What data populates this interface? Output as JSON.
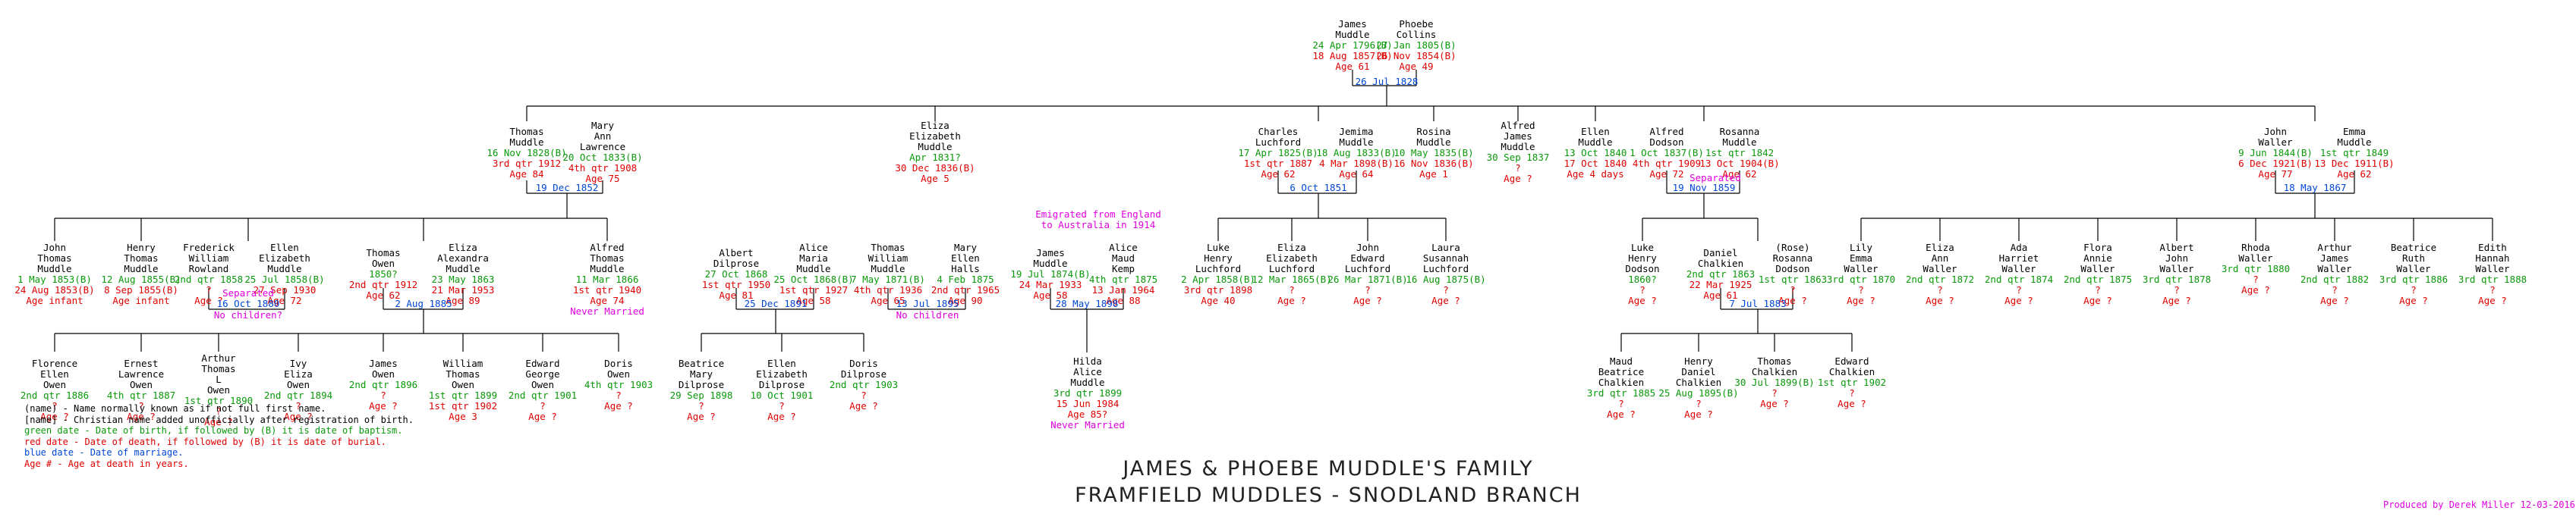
{
  "title_line1": "JAMES & PHOEBE MUDDLE'S FAMILY",
  "title_line2": "FRAMFIELD MUDDLES - SNODLAND BRANCH",
  "credit": "Produced by Derek Miller 12-03-2016",
  "legend": [
    {
      "text": "(name) - Name normally known as if not full first name.",
      "color": "#000000"
    },
    {
      "text": "[name] - Christian name added unofficially after registration of birth.",
      "color": "#000000"
    },
    {
      "text": "green date - Date of birth, if followed by (B) it is date of baptism.",
      "color": "#0a9a0a"
    },
    {
      "text": "red date - Date of death, if followed by (B) it is date of burial.",
      "color": "#e00000"
    },
    {
      "text": "blue date - Date of marriage.",
      "color": "#0047d6"
    },
    {
      "text": "Age # - Age at death in years.",
      "color": "#e00000"
    }
  ],
  "colors": {
    "birth": "#0a9a0a",
    "death": "#e00000",
    "marriage": "#0047d6",
    "note": "#e000e0"
  },
  "people": [
    {
      "id": "james",
      "name": [
        "James",
        "Muddle"
      ],
      "birth": "24 Apr 1796(B)",
      "death": "18 Aug 1857(B)",
      "age": "Age 61"
    },
    {
      "id": "phoebe",
      "name": [
        "Phoebe",
        "Collins"
      ],
      "birth": "27 Jan 1805(B)",
      "death": "26 Nov 1854(B)",
      "age": "Age 49"
    },
    {
      "id": "thomas1",
      "name": [
        "Thomas",
        "Muddle"
      ],
      "birth": "16 Nov 1828(B)",
      "death": "3rd qtr 1912",
      "age": "Age 84"
    },
    {
      "id": "maryann",
      "name": [
        "Mary",
        "Ann",
        "Lawrence"
      ],
      "birth": "20 Oct 1833(B)",
      "death": "4th qtr 1908",
      "age": "Age 75"
    },
    {
      "id": "eliza1",
      "name": [
        "Eliza",
        "Elizabeth",
        "Muddle"
      ],
      "birth": "Apr 1831?",
      "death": "30 Dec 1836(B)",
      "age": "Age 5"
    },
    {
      "id": "charles",
      "name": [
        "Charles",
        "Luchford"
      ],
      "birth": "17 Apr 1825(B)",
      "death": "1st qtr 1887",
      "age": "Age 62"
    },
    {
      "id": "jemima",
      "name": [
        "Jemima",
        "Muddle"
      ],
      "birth": "18 Aug 1833(B)",
      "death": "4 Mar 1898(B)",
      "age": "Age 64"
    },
    {
      "id": "rosina1",
      "name": [
        "Rosina",
        "Muddle"
      ],
      "birth": "10 May 1835(B)",
      "death": "16 Nov 1836(B)",
      "age": "Age 1"
    },
    {
      "id": "alfredjm",
      "name": [
        "Alfred",
        "James",
        "Muddle"
      ],
      "birth": "30 Sep 1837",
      "death": "?",
      "age": "Age ?"
    },
    {
      "id": "ellen1",
      "name": [
        "Ellen",
        "Muddle"
      ],
      "birth": "13 Oct 1840",
      "death": "17 Oct 1840",
      "age": "Age 4 days"
    },
    {
      "id": "alfredd",
      "name": [
        "Alfred",
        "Dodson"
      ],
      "birth": "1 Oct 1837(B)",
      "death": "4th qtr 1909",
      "age": "Age 72"
    },
    {
      "id": "rosanna",
      "name": [
        "Rosanna",
        "Muddle"
      ],
      "birth": "1st qtr 1842",
      "death": "13 Oct 1904(B)",
      "age": "Age 62"
    },
    {
      "id": "johnw",
      "name": [
        "John",
        "Waller"
      ],
      "birth": "9 Jun 1844(B)",
      "death": "6 Dec 1921(B)",
      "age": "Age 77"
    },
    {
      "id": "emma",
      "name": [
        "Emma",
        "Muddle"
      ],
      "birth": "1st qtr 1849",
      "death": "13 Dec 1911(B)",
      "age": "Age 62"
    },
    {
      "id": "johntm",
      "name": [
        "John",
        "Thomas",
        "Muddle"
      ],
      "birth": "1 May 1853(B)",
      "death": "24 Aug 1853(B)",
      "age": "Age infant"
    },
    {
      "id": "henrytm",
      "name": [
        "Henry",
        "Thomas",
        "Muddle"
      ],
      "birth": "12 Aug 1855(B)",
      "death": "8 Sep 1855(B)",
      "age": "Age infant"
    },
    {
      "id": "frederick",
      "name": [
        "Frederick",
        "William",
        "Rowland"
      ],
      "birth": "2nd qtr 1858",
      "death": "?",
      "age": "Age ?"
    },
    {
      "id": "ellenem",
      "name": [
        "Ellen",
        "Elizabeth",
        "Muddle"
      ],
      "birth": "25 Jul 1858(B)",
      "death": "27 Sep 1930",
      "age": "Age 72"
    },
    {
      "id": "thomaso",
      "name": [
        "Thomas",
        "Owen"
      ],
      "birth": "1850?",
      "death": "2nd qtr 1912",
      "age": "Age 62"
    },
    {
      "id": "elizaam",
      "name": [
        "Eliza",
        "Alexandra",
        "Muddle"
      ],
      "birth": "23 May 1863",
      "death": "21 Mar 1953",
      "age": "Age 89"
    },
    {
      "id": "alfredtm",
      "name": [
        "Alfred",
        "Thomas",
        "Muddle"
      ],
      "birth": "11 Mar 1866",
      "death": "1st qtr 1940",
      "age": "Age 74",
      "note": "Never Married"
    },
    {
      "id": "albertd",
      "name": [
        "Albert",
        "Dilprose"
      ],
      "birth": "27 Oct 1868",
      "death": "1st qtr 1950",
      "age": "Age 81"
    },
    {
      "id": "alicemm",
      "name": [
        "Alice",
        "Maria",
        "Muddle"
      ],
      "birth": "25 Oct 1868(B)",
      "death": "1st qtr 1927",
      "age": "Age 58"
    },
    {
      "id": "thomaswm",
      "name": [
        "Thomas",
        "William",
        "Muddle"
      ],
      "birth": "7 May 1871(B)",
      "death": "4th qtr 1936",
      "age": "Age 65"
    },
    {
      "id": "maryeh",
      "name": [
        "Mary",
        "Ellen",
        "Halls"
      ],
      "birth": "4 Feb 1875",
      "death": "2nd qtr 1965",
      "age": "Age 90"
    },
    {
      "id": "jamesm2",
      "name": [
        "James",
        "Muddle"
      ],
      "birth": "19 Jul 1874(B)",
      "death": "24 Mar 1933",
      "age": "Age 58"
    },
    {
      "id": "alicemk",
      "name": [
        "Alice",
        "Maud",
        "Kemp"
      ],
      "birth": "4th qtr 1875",
      "death": "13 Jan 1964",
      "age": "Age 88"
    },
    {
      "id": "lukehl",
      "name": [
        "Luke",
        "Henry",
        "Luchford"
      ],
      "birth": "2 Apr 1858(B)",
      "death": "3rd qtr 1898",
      "age": "Age 40"
    },
    {
      "id": "elizael",
      "name": [
        "Eliza",
        "Elizabeth",
        "Luchford"
      ],
      "birth": "12 Mar 1865(B)",
      "death": "?",
      "age": "Age ?"
    },
    {
      "id": "johnel",
      "name": [
        "John",
        "Edward",
        "Luchford"
      ],
      "birth": "26 Mar 1871(B)",
      "death": "?",
      "age": "Age ?"
    },
    {
      "id": "laurasl",
      "name": [
        "Laura",
        "Susannah",
        "Luchford"
      ],
      "birth": "16 Aug 1875(B)",
      "death": "?",
      "age": "Age ?"
    },
    {
      "id": "lukehd",
      "name": [
        "Luke",
        "Henry",
        "Dodson"
      ],
      "birth": "1860?",
      "death": "?",
      "age": "Age ?"
    },
    {
      "id": "danielc",
      "name": [
        "Daniel",
        "Chalkien"
      ],
      "birth": "2nd qtr 1863",
      "death": "22 Mar 1925",
      "age": "Age 61"
    },
    {
      "id": "rosannad",
      "name": [
        "(Rose)",
        "Rosanna",
        "Dodson"
      ],
      "birth": "1st qtr 1863",
      "death": "?",
      "age": "Age ?"
    },
    {
      "id": "lilyew",
      "name": [
        "Lily",
        "Emma",
        "Waller"
      ],
      "birth": "3rd qtr 1870",
      "death": "?",
      "age": "Age ?"
    },
    {
      "id": "elizaaw",
      "name": [
        "Eliza",
        "Ann",
        "Waller"
      ],
      "birth": "2nd qtr 1872",
      "death": "?",
      "age": "Age ?"
    },
    {
      "id": "adahw",
      "name": [
        "Ada",
        "Harriet",
        "Waller"
      ],
      "birth": "2nd qtr 1874",
      "death": "?",
      "age": "Age ?"
    },
    {
      "id": "floraaw",
      "name": [
        "Flora",
        "Annie",
        "Waller"
      ],
      "birth": "2nd qtr 1875",
      "death": "?",
      "age": "Age ?"
    },
    {
      "id": "albertjw",
      "name": [
        "Albert",
        "John",
        "Waller"
      ],
      "birth": "3rd qtr 1878",
      "death": "?",
      "age": "Age ?"
    },
    {
      "id": "rhodaw",
      "name": [
        "Rhoda",
        "Waller"
      ],
      "birth": "3rd qtr 1880",
      "death": "?",
      "age": "Age ?"
    },
    {
      "id": "arthurjw",
      "name": [
        "Arthur",
        "James",
        "Waller"
      ],
      "birth": "2nd qtr 1882",
      "death": "?",
      "age": "Age ?"
    },
    {
      "id": "beatricerw",
      "name": [
        "Beatrice",
        "Ruth",
        "Waller"
      ],
      "birth": "3rd qtr 1886",
      "death": "?",
      "age": "Age ?"
    },
    {
      "id": "edithhw",
      "name": [
        "Edith",
        "Hannah",
        "Waller"
      ],
      "birth": "3rd qtr 1888",
      "death": "?",
      "age": "Age ?"
    },
    {
      "id": "florenceeo",
      "name": [
        "Florence",
        "Ellen",
        "Owen"
      ],
      "birth": "2nd qtr 1886",
      "death": "?",
      "age": "Age ?"
    },
    {
      "id": "ernestlo",
      "name": [
        "Ernest",
        "Lawrence",
        "Owen"
      ],
      "birth": "4th qtr 1887",
      "death": "?",
      "age": "Age ?"
    },
    {
      "id": "arthurto",
      "name": [
        "Arthur",
        "Thomas",
        "L",
        "Owen"
      ],
      "birth": "1st qtr 1890",
      "death": "?",
      "age": "Age ?"
    },
    {
      "id": "ivyeo",
      "name": [
        "Ivy",
        "Eliza",
        "Owen"
      ],
      "birth": "2nd qtr 1894",
      "death": "?",
      "age": "Age ?"
    },
    {
      "id": "jameso",
      "name": [
        "James",
        "Owen"
      ],
      "birth": "2nd qtr 1896",
      "death": "?",
      "age": "Age ?"
    },
    {
      "id": "williamto",
      "name": [
        "William",
        "Thomas",
        "Owen"
      ],
      "birth": "1st qtr 1899",
      "death": "1st qtr 1902",
      "age": "Age 3"
    },
    {
      "id": "edwardgo",
      "name": [
        "Edward",
        "George",
        "Owen"
      ],
      "birth": "2nd qtr 1901",
      "death": "?",
      "age": "Age ?"
    },
    {
      "id": "doriso",
      "name": [
        "Doris",
        "Owen"
      ],
      "birth": "4th qtr 1903",
      "death": "?",
      "age": "Age ?"
    },
    {
      "id": "beatricemd",
      "name": [
        "Beatrice",
        "Mary",
        "Dilprose"
      ],
      "birth": "29 Sep 1898",
      "death": "?",
      "age": "Age ?"
    },
    {
      "id": "ellened",
      "name": [
        "Ellen",
        "Elizabeth",
        "Dilprose"
      ],
      "birth": "10 Oct 1901",
      "death": "?",
      "age": "Age ?"
    },
    {
      "id": "dorisd",
      "name": [
        "Doris",
        "Dilprose"
      ],
      "birth": "2nd qtr 1903",
      "death": "?",
      "age": "Age ?"
    },
    {
      "id": "hildaam",
      "name": [
        "Hilda",
        "Alice",
        "Muddle"
      ],
      "birth": "3rd qtr 1899",
      "death": "15 Jun 1984",
      "age": "Age 85?",
      "note": "Never Married"
    },
    {
      "id": "maudbc",
      "name": [
        "Maud",
        "Beatrice",
        "Chalkien"
      ],
      "birth": "3rd qtr 1885",
      "death": "?",
      "age": "Age ?"
    },
    {
      "id": "henrydc",
      "name": [
        "Henry",
        "Daniel",
        "Chalkien"
      ],
      "birth": "25 Aug 1895(B)",
      "death": "?",
      "age": "Age ?"
    },
    {
      "id": "thomasc",
      "name": [
        "Thomas",
        "Chalkien"
      ],
      "birth": "30 Jul 1899(B)",
      "death": "?",
      "age": "Age ?"
    },
    {
      "id": "edwardc",
      "name": [
        "Edward",
        "Chalkien"
      ],
      "birth": "1st qtr 1902",
      "death": "?",
      "age": "Age ?"
    }
  ],
  "marriages": [
    {
      "id": "m_james_phoebe",
      "date": "26 Jul 1828"
    },
    {
      "id": "m_thomas_mary",
      "date": "19 Dec 1852"
    },
    {
      "id": "m_charles_jemima",
      "date": "6 Oct 1851"
    },
    {
      "id": "m_alfred_rosanna",
      "date": "19 Nov 1859"
    },
    {
      "id": "m_john_emma",
      "date": "18 May 1867"
    },
    {
      "id": "m_frederick_ellen",
      "date": "16 Oct 1880"
    },
    {
      "id": "m_thomas_eliza",
      "date": "2 Aug 1885"
    },
    {
      "id": "m_albert_alice",
      "date": "25 Dec 1891"
    },
    {
      "id": "m_thomas_mary2",
      "date": "13 Jul 1895"
    },
    {
      "id": "m_james_alice",
      "date": "28 May 1898"
    },
    {
      "id": "m_daniel_rose",
      "date": "7 Jul 1883"
    }
  ],
  "notes": [
    {
      "id": "n_emigrated",
      "lines": [
        "Emigrated from England",
        "to Australia in 1914"
      ]
    },
    {
      "id": "n_separated1",
      "lines": [
        "Separated"
      ]
    },
    {
      "id": "n_nochildren1",
      "lines": [
        "No children?"
      ]
    },
    {
      "id": "n_nochildren2",
      "lines": [
        "No children"
      ]
    },
    {
      "id": "n_separated2",
      "lines": [
        "Separated"
      ]
    }
  ]
}
